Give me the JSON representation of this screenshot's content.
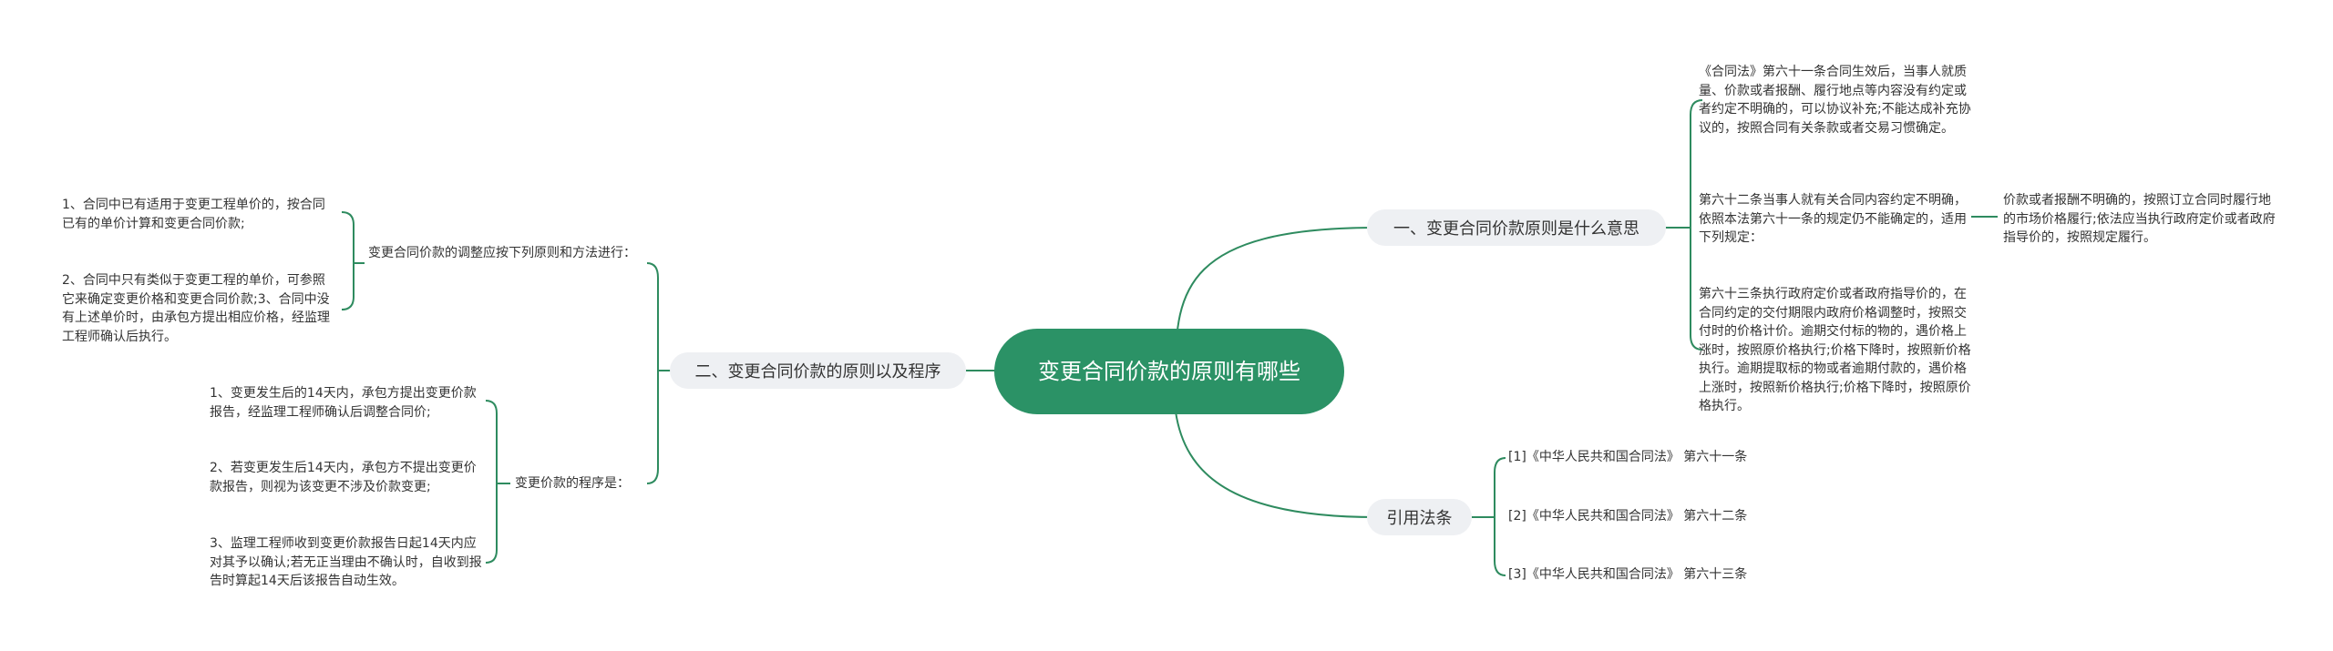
{
  "colors": {
    "line": "#2e8b5f",
    "root_bg": "#2b9266",
    "node_bg": "#eef0f3",
    "text": "#333333"
  },
  "root": {
    "title": "变更合同价款的原则有哪些"
  },
  "branch_one": {
    "label": "一、变更合同价款原则是什么意思",
    "item_a": "《合同法》第六十一条合同生效后，当事人就质量、价款或者报酬、履行地点等内容没有约定或者约定不明确的，可以协议补充;不能达成补充协议的，按照合同有关条款或者交易习惯确定。",
    "item_b": "第六十二条当事人就有关合同内容约定不明确，依照本法第六十一条的规定仍不能确定的，适用下列规定：",
    "item_b_child": "价款或者报酬不明确的，按照订立合同时履行地的市场价格履行;依法应当执行政府定价或者政府指导价的，按照规定履行。",
    "item_c": "第六十三条执行政府定价或者政府指导价的，在合同约定的交付期限内政府价格调整时，按照交付时的价格计价。逾期交付标的物的，遇价格上涨时，按照原价格执行;价格下降时，按照新价格执行。逾期提取标的物或者逾期付款的，遇价格上涨时，按照新价格执行;价格下降时，按照原价格执行。"
  },
  "branch_two": {
    "label": "二、变更合同价款的原则以及程序",
    "group_principle": {
      "label": "变更合同价款的调整应按下列原则和方法进行：",
      "items": [
        "1、合同中已有适用于变更工程单价的，按合同已有的单价计算和变更合同价款;",
        "2、合同中只有类似于变更工程的单价，可参照它来确定变更价格和变更合同价款;3、合同中没有上述单价时，由承包方提出相应价格，经监理工程师确认后执行。"
      ]
    },
    "group_procedure": {
      "label": "变更价款的程序是：",
      "items": [
        "1、变更发生后的14天内，承包方提出变更价款报告，经监理工程师确认后调整合同价;",
        "2、若变更发生后14天内，承包方不提出变更价款报告，则视为该变更不涉及价款变更;",
        "3、监理工程师收到变更价款报告日起14天内应对其予以确认;若无正当理由不确认时，自收到报告时算起14天后该报告自动生效。"
      ]
    }
  },
  "branch_three": {
    "label": "引用法条",
    "items": [
      "[1]《中华人民共和国合同法》 第六十一条",
      "[2]《中华人民共和国合同法》 第六十二条",
      "[3]《中华人民共和国合同法》 第六十三条"
    ]
  }
}
